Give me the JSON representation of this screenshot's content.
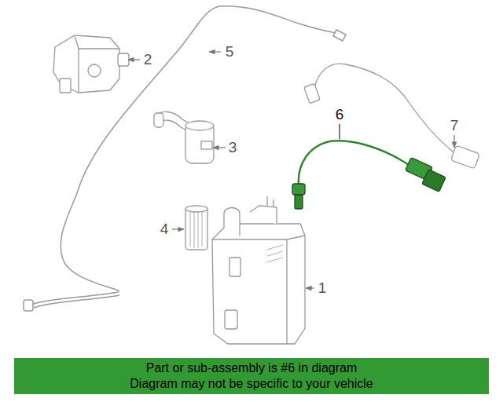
{
  "diagram": {
    "nodes": [
      {
        "text": [
          "Part or sub-assembly is #6 in diagram",
          "Diagram may not be specific to your vehicle"
        ]
      }
    ],
    "labels": [
      "5",
      "2",
      "6",
      "7",
      "3",
      "4",
      "1"
    ]
  }
}
